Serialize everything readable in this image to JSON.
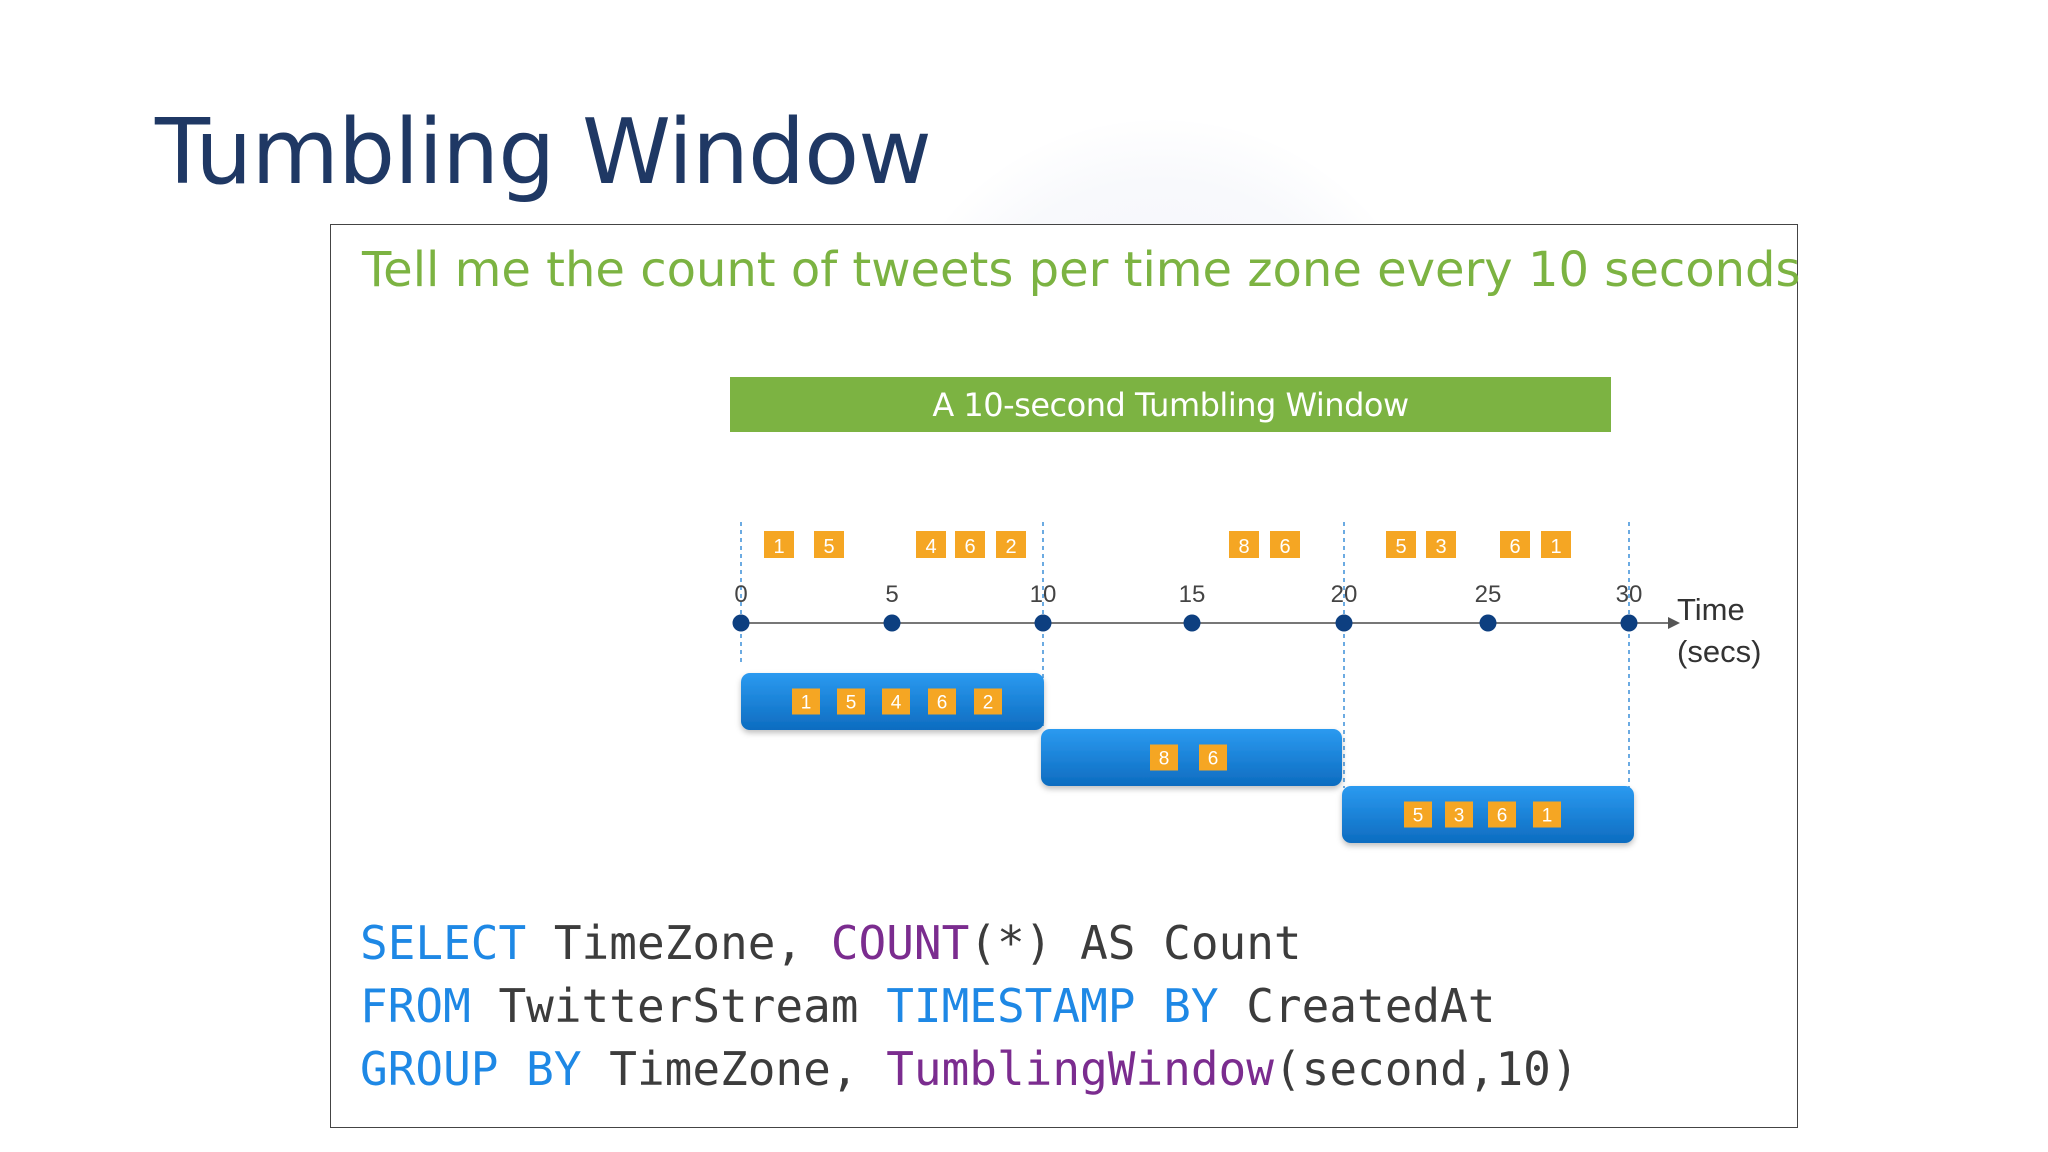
{
  "slide": {
    "title": "Tumbling Window",
    "question": "Tell me the count of tweets per time zone every 10 seconds"
  },
  "banner": {
    "label": "A 10-second Tumbling Window"
  },
  "timeline": {
    "ticks": [
      "0",
      "5",
      "10",
      "15",
      "20",
      "25",
      "30"
    ],
    "axis_label_line1": "Time",
    "axis_label_line2": "(secs)",
    "events": [
      "1",
      "5",
      "4",
      "6",
      "2",
      "8",
      "6",
      "5",
      "3",
      "6",
      "1"
    ],
    "windows": [
      {
        "events": [
          "1",
          "5",
          "4",
          "6",
          "2"
        ]
      },
      {
        "events": [
          "8",
          "6"
        ]
      },
      {
        "events": [
          "5",
          "3",
          "6",
          "1"
        ]
      }
    ]
  },
  "query": {
    "line1": {
      "k1": "SELECT",
      "t1": " TimeZone, ",
      "f1": "COUNT",
      "t2": "(*) AS Count"
    },
    "line2": {
      "k1": "FROM",
      "t1": " TwitterStream ",
      "k2": "TIMESTAMP BY",
      "t2": " CreatedAt"
    },
    "line3": {
      "k1": "GROUP BY",
      "t1": " TimeZone, ",
      "f1": "TumblingWindow",
      "t2": "(second,10)"
    }
  },
  "colors": {
    "title": "#1f3864",
    "accent_green": "#7cb342",
    "event_orange": "#f5a623",
    "window_blue": "#1a7fd4",
    "axis_dot": "#0d3f80",
    "keyword_blue": "#1e88e5",
    "function_purple": "#7b2c8f"
  }
}
